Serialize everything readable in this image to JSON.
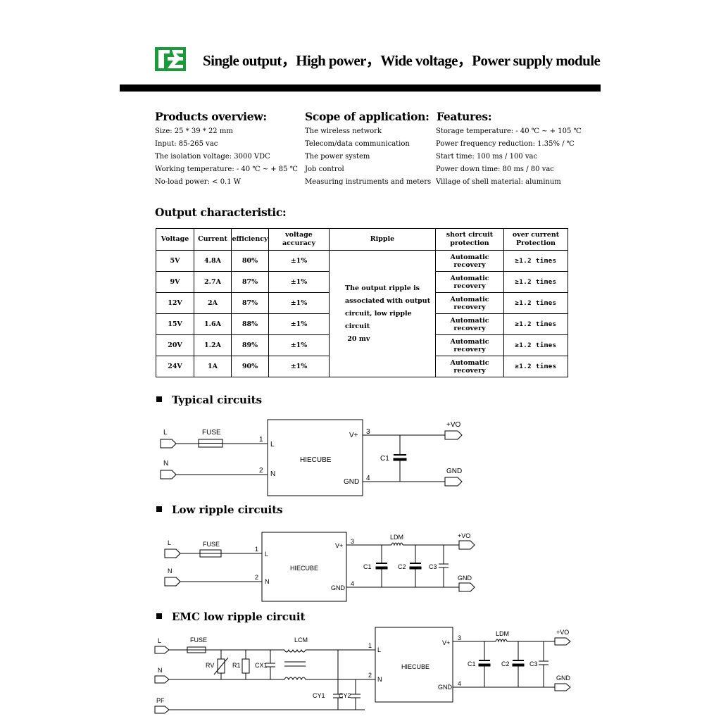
{
  "header": {
    "title": "Single output，High power，Wide voltage，Power supply module",
    "logo_color": "#1a9a3a"
  },
  "overview": {
    "heading": "Products overview:",
    "items": [
      "Size: 25 * 39 * 22 mm",
      "Input: 85-265 vac",
      "The isolation voltage: 3000 VDC",
      "Working temperature: - 40 ℃ ~ + 85 ℃",
      "No-load power: < 0.1 W"
    ]
  },
  "scope": {
    "heading": "Scope of application:",
    "items": [
      "The wireless network",
      "Telecom/data communication",
      "The power system",
      "Job control",
      "Measuring instruments and meters"
    ]
  },
  "features": {
    "heading": "Features:",
    "items": [
      "Storage temperature: - 40 ℃ ~ + 105 ℃",
      "Power frequency reduction: 1.35% / ℃",
      "Start time: 100 ms / 100 vac",
      "Power down time: 80 ms / 80 vac",
      "Village of shell material: aluminum"
    ]
  },
  "output": {
    "heading": "Output characteristic:",
    "headers": {
      "voltage": "Voltage",
      "current": "Current",
      "efficiency": "efficiency",
      "accuracy": "voltage accuracy",
      "ripple": "Ripple",
      "short_1": "short circuit",
      "short_2": "protection",
      "over_1": "over current",
      "over_2": "Protection"
    },
    "rows": [
      {
        "voltage": "5V",
        "current": "4.8A",
        "efficiency": "80%",
        "accuracy": "±1%",
        "short": "Automatic recovery",
        "over": "≥1.2 times"
      },
      {
        "voltage": "9V",
        "current": "2.7A",
        "efficiency": "87%",
        "accuracy": "±1%",
        "short": "Automatic recovery",
        "over": "≥1.2 times"
      },
      {
        "voltage": "12V",
        "current": "2A",
        "efficiency": "87%",
        "accuracy": "±1%",
        "short": "Automatic recovery",
        "over": "≥1.2 times"
      },
      {
        "voltage": "15V",
        "current": "1.6A",
        "efficiency": "88%",
        "accuracy": "±1%",
        "short": "Automatic recovery",
        "over": "≥1.2 times"
      },
      {
        "voltage": "20V",
        "current": "1.2A",
        "efficiency": "89%",
        "accuracy": "±1%",
        "short": "Automatic recovery",
        "over": "≥1.2 times"
      },
      {
        "voltage": "24V",
        "current": "1A",
        "efficiency": "90%",
        "accuracy": "±1%",
        "short": "Automatic recovery",
        "over": "≥1.2 times"
      }
    ],
    "ripple_lines": [
      "The output ripple is",
      "associated with output",
      "circuit, low ripple circuit",
      " 20 mv"
    ]
  },
  "circuits": {
    "typical": {
      "heading": "Typical circuits",
      "labels": {
        "l": "L",
        "n": "N",
        "fuse": "FUSE",
        "pin1": "1",
        "pin2": "2",
        "pin3": "3",
        "pin4": "4",
        "in_l": "L",
        "in_n": "N",
        "vplus": "V+",
        "gnd_pin": "GND",
        "module": "HIECUBE",
        "c1": "C1",
        "vo": "+VO",
        "gnd": "GND"
      }
    },
    "low_ripple": {
      "heading": "Low ripple circuits",
      "labels": {
        "l": "L",
        "n": "N",
        "fuse": "FUSE",
        "pin1": "1",
        "pin2": "2",
        "pin3": "3",
        "pin4": "4",
        "in_l": "L",
        "in_n": "N",
        "vplus": "V+",
        "gnd_pin": "GND",
        "module": "HIECUBE",
        "ldm": "LDM",
        "c1": "C1",
        "c2": "C2",
        "c3": "C3",
        "vo": "+VO",
        "gnd": "GND"
      }
    },
    "emc": {
      "heading": "EMC low ripple circuit",
      "labels": {
        "l": "L",
        "n": "N",
        "pf": "PF",
        "fuse": "FUSE",
        "rv": "RV",
        "r1": "R1",
        "cx1": "CX1",
        "lcm": "LCM",
        "cy1": "CY1",
        "cy2": "CY2",
        "pin1": "1",
        "pin2": "2",
        "pin3": "3",
        "pin4": "4",
        "in_l": "L",
        "in_n": "N",
        "vplus": "V+",
        "gnd_pin": "GND",
        "module": "HIECUBE",
        "ldm": "LDM",
        "c1": "C1",
        "c2": "C2",
        "c3": "C3",
        "vo": "+VO",
        "gnd": "GND"
      }
    }
  }
}
